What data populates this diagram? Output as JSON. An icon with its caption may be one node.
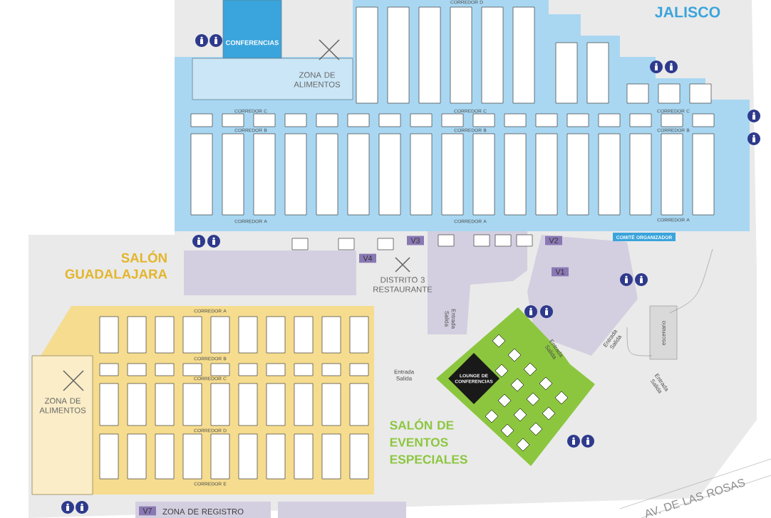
{
  "diagram": {
    "nodes": [
      {
        "text": [
          "JALISCO"
        ]
      },
      {
        "text": [
          "CONFERENCIAS"
        ],
        "in": 0
      },
      {
        "text": [
          "ZONA DE ALIMENTOS"
        ],
        "in": 0
      },
      {
        "text": [
          "SALÓN GUADALAJARA"
        ]
      },
      {
        "text": [
          "ZONA DE ALIMENTOS"
        ],
        "in": 3
      },
      {
        "text": [
          "SALÓN DE EVENTOS ESPECIALES"
        ]
      },
      {
        "text": [
          "LOUNGE DE CONFERENCIAS"
        ],
        "in": 5
      },
      {
        "text": [
          "DISTRITO 3 RESTAURANTE"
        ]
      },
      {
        "text": [
          "ZONA DE REGISTRO"
        ]
      },
      {
        "text": [
          "COMITÉ ORGANIZADOR"
        ]
      },
      {
        "text": [],
        "shape": "box"
      },
      {
        "text": [],
        "shape": "box"
      },
      {
        "text": [],
        "shape": "box"
      },
      {
        "text": [],
        "shape": "box"
      }
    ],
    "labels": [
      "CORREDOR D",
      "CORREDOR C",
      "CORREDOR C",
      "CORREDOR C",
      "CORREDOR B",
      "CORREDOR B",
      "CORREDOR B",
      "CORREDOR A",
      "CORREDOR A",
      "CORREDOR A",
      "V3",
      "V2",
      "V4",
      "V1",
      "CORREDOR A",
      "CORREDOR B",
      "CORREDOR C",
      "CORREDOR D",
      "CORREDOR E",
      "Entrada Salida",
      "Entrada Salida",
      "Entrada Salida",
      "Entrada Salida",
      "escenario",
      "Entrada Salida",
      "V7",
      "AV. DE LAS ROSAS"
    ]
  }
}
